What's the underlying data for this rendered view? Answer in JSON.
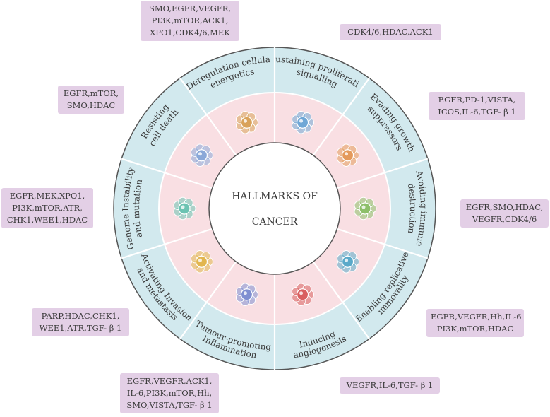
{
  "center": {
    "line1": "HALLMARKS OF",
    "line2": "CANCER"
  },
  "hallmarks": [
    {
      "line1": "Sustaining proliferative",
      "line2": "signalling",
      "icon": "synapse-signalling-icon",
      "targets": [
        "SMO,EGFR,VEGFR,",
        "PI3K,mTOR,ACK1,",
        "XPO1,CDK4/6,MEK"
      ]
    },
    {
      "line1": "Evading growth",
      "line2": "suppressors",
      "icon": "muscle-fiber-icon",
      "targets": [
        "CDK4/6,HDAC,ACK1"
      ]
    },
    {
      "line1": "Avoiding immune",
      "line2": "destruction",
      "icon": "immune-cell-icon",
      "targets": [
        "EGFR,PD-1,VISTA,",
        "ICOS,IL-6,TGF- β 1"
      ]
    },
    {
      "line1": "Enabling replicative",
      "line2": "immorality",
      "icon": "cell-cluster-icon",
      "targets": [
        "EGFR,SMO,HDAC,",
        "VEGFR,CDK4/6"
      ]
    },
    {
      "line1": "Inducing",
      "line2": "angiogenesis",
      "icon": "blood-vessel-icon",
      "targets": [
        "EGFR,VEGFR,Hh,IL-6",
        "PI3K,mTOR,HDAC"
      ]
    },
    {
      "line1": "Tumour-promoting",
      "line2": "Inflammation",
      "icon": "inflammation-cells-icon",
      "targets": [
        "VEGFR,IL-6,TGF- β 1"
      ]
    },
    {
      "line1": "Activating Invasion",
      "line2": "and metastasis",
      "icon": "invasion-tissue-icon",
      "targets": [
        "EGFR,VEGFR,ACK1,",
        "IL-6,PI3K,mTOR,Hh,",
        "SMO,VISTA,TGF- β 1"
      ]
    },
    {
      "line1": "Genome Instability",
      "line2": "and mutation",
      "icon": "dna-helix-icon",
      "targets": [
        "PARP,HDAC,CHK1,",
        "WEE1,ATR,TGF- β 1"
      ]
    },
    {
      "line1": "Resisting",
      "line2": "cell death",
      "icon": "neuron-cell-icon",
      "targets": [
        "EGFR,MEK,XPO1,",
        "PI3K,mTOR,ATR,",
        "CHK1,WEE1,HDAC"
      ]
    },
    {
      "line1": "Deregulation cellular",
      "line2": "energetics",
      "icon": "mitochondrion-icon",
      "targets": [
        "EGFR,mTOR,",
        "SMO,HDAC"
      ]
    }
  ],
  "colors": {
    "outer_ring": "#d2e9ee",
    "inner_ring": "#f9dfe3",
    "center": "#ffffff",
    "divider": "#ffffff",
    "label_box": "#e3cfe6",
    "text": "#3a3a3a"
  }
}
